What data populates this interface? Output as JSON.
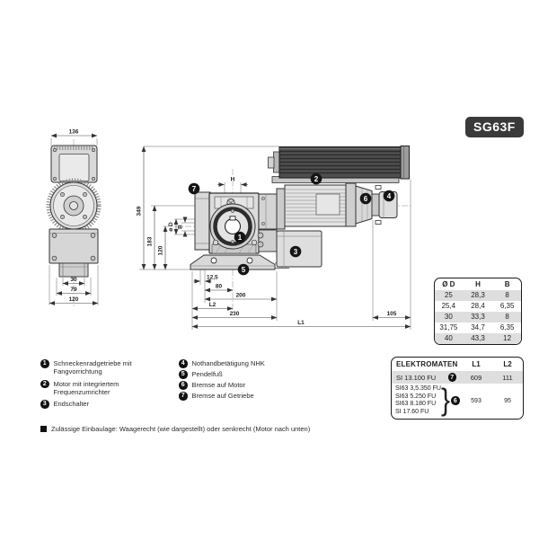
{
  "model_badge": "SG63F",
  "callouts": [
    "1",
    "2",
    "3",
    "4",
    "5",
    "6",
    "7"
  ],
  "front_view": {
    "dim_width_top": "136",
    "dim_bottom_inner": "30",
    "dim_bottom_mid": "79",
    "dim_bottom_outer": "120"
  },
  "side_view": {
    "dim_height_total": "349",
    "dim_height_axis": "183",
    "dim_height_hub": "120",
    "dim_hub_top": "H",
    "dim_bore": "ø D",
    "dim_key": "B",
    "dim_foot_offset": "12,5",
    "dim_foot_80": "80",
    "dim_foot_200": "200",
    "dim_l2": "L2",
    "dim_foot_230": "230",
    "dim_right_105": "105",
    "dim_total_l1": "L1"
  },
  "shaft_table": {
    "headers": [
      "Ø D",
      "H",
      "B"
    ],
    "rows": [
      [
        "25",
        "28,3",
        "8"
      ],
      [
        "25,4",
        "28,4",
        "6,35"
      ],
      [
        "30",
        "33,3",
        "8"
      ],
      [
        "31,75",
        "34,7",
        "6,35"
      ],
      [
        "40",
        "43,3",
        "12"
      ]
    ]
  },
  "elektromaten_table": {
    "title": "ELEKTROMATEN",
    "col_l1": "L1",
    "col_l2": "L2",
    "row1": {
      "model": "SI 13.100 FU",
      "badge": "7",
      "l1": "609",
      "l2": "111"
    },
    "row2": {
      "models": [
        "SI63 3,5.350 FU",
        "SI63 5.250 FU",
        "SI63 8.180 FU",
        "SI 17.60 FU"
      ],
      "badge": "6",
      "l1": "593",
      "l2": "95"
    }
  },
  "legend": {
    "items_col1": [
      {
        "num": "1",
        "label": "Schneckenradgetriebe mit Fangvorrichtung"
      },
      {
        "num": "2",
        "label": "Motor mit integriertem Frequenzumrichter"
      },
      {
        "num": "3",
        "label": "Endschalter"
      }
    ],
    "items_col2": [
      {
        "num": "4",
        "label": "Nothandbetätigung NHK"
      },
      {
        "num": "5",
        "label": "Pendelfuß"
      },
      {
        "num": "6",
        "label": "Bremse auf Motor"
      },
      {
        "num": "7",
        "label": "Bremse auf Getriebe"
      }
    ]
  },
  "note": "Zulässige Einbaulage: Waagerecht (wie dargestellt) oder senkrecht (Motor nach unten)",
  "colors": {
    "accent_dark": "#3a3a3a",
    "row_alt": "#dedede",
    "line": "#333333"
  }
}
